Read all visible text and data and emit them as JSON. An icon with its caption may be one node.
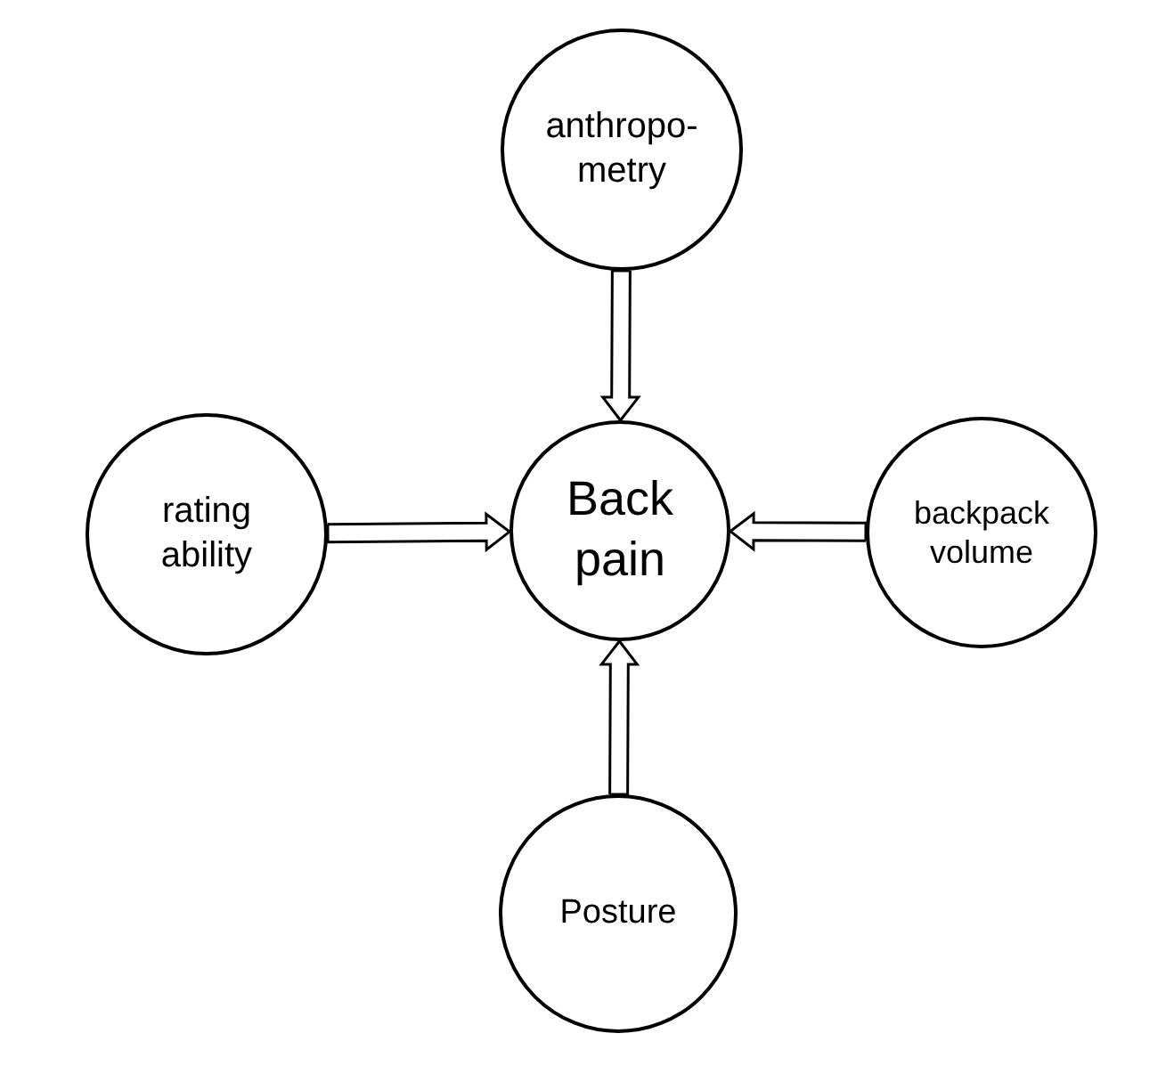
{
  "diagram": {
    "nodes": [
      {
        "text": [
          "anthropo- metry"
        ]
      },
      {
        "text": [
          "rating ability"
        ]
      },
      {
        "text": [
          "Back pain"
        ]
      },
      {
        "text": [
          "backpack volume"
        ]
      },
      {
        "text": [
          "Posture"
        ]
      }
    ],
    "edges": [
      {
        "from": 0,
        "to": 2,
        "arrow": "to"
      },
      {
        "from": 1,
        "to": 2,
        "arrow": "to"
      },
      {
        "from": 3,
        "to": 2,
        "arrow": "to"
      },
      {
        "from": 4,
        "to": 2,
        "arrow": "to"
      }
    ]
  }
}
